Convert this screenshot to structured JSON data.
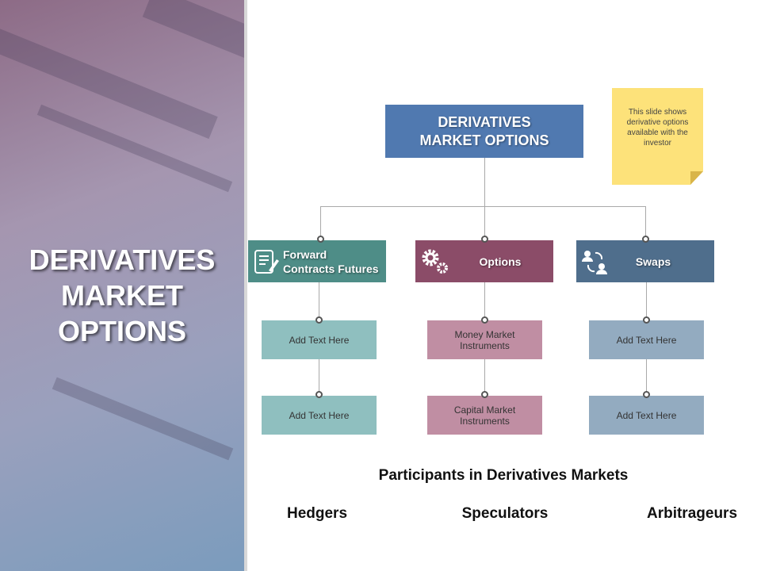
{
  "left_title": [
    "DERIVATIVES",
    "MARKET",
    "OPTIONS"
  ],
  "root": {
    "lines": [
      "DERIVATIVES",
      "MARKET OPTIONS"
    ]
  },
  "note": "This slide shows derivative options available with the investor",
  "branches": [
    {
      "label_lines": [
        "Forward",
        "Contracts Futures"
      ],
      "icon": "contract-icon",
      "color": "#4e8d87",
      "items": [
        "Add Text Here",
        "Add Text Here"
      ],
      "item_color": "#8fbfbf"
    },
    {
      "label": "Options",
      "icon": "gears-icon",
      "color": "#8b4c68",
      "items": [
        "Money Market Instruments",
        "Capital Market Instruments"
      ],
      "item_color": "#c08ea3"
    },
    {
      "label": "Swaps",
      "icon": "user-swap-icon",
      "color": "#4f6e8c",
      "items": [
        "Add Text Here",
        "Add Text Here"
      ],
      "item_color": "#93abc0"
    }
  ],
  "participants": {
    "title": "Participants in Derivatives Markets",
    "items": [
      "Hedgers",
      "Speculators",
      "Arbitrageurs"
    ]
  }
}
